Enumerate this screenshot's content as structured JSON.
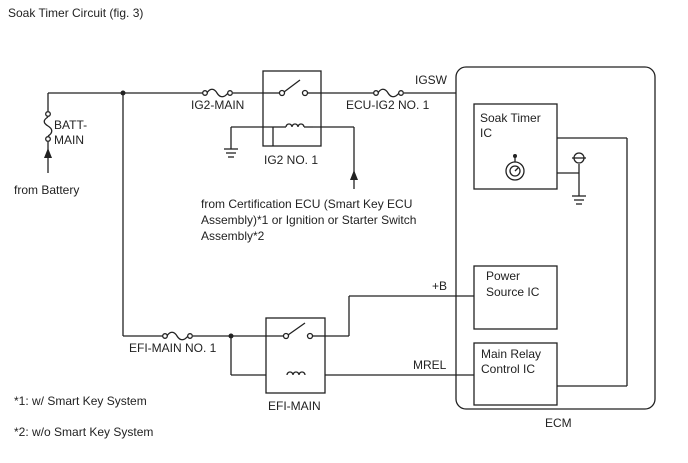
{
  "title": "Soak Timer Circuit (fig. 3)",
  "labels": {
    "batt_main_1": "BATT-",
    "batt_main_2": "MAIN",
    "from_battery": "from Battery",
    "ig2_main": "IG2-MAIN",
    "ig2_no1": "IG2 NO. 1",
    "ecu_ig2_no1": "ECU-IG2 NO. 1",
    "igsw": "IGSW",
    "from_cert_1": "from Certification ECU (Smart Key ECU",
    "from_cert_2": "Assembly)*1 or Ignition or Starter Switch",
    "from_cert_3": "Assembly*2",
    "efi_main_no1": "EFI-MAIN NO. 1",
    "efi_main": "EFI-MAIN",
    "plus_b": "+B",
    "mrel": "MREL",
    "soak_timer_1": "Soak Timer",
    "soak_timer_2": "IC",
    "power_source_1": "Power",
    "power_source_2": "Source IC",
    "main_relay_1": "Main Relay",
    "main_relay_2": "Control IC",
    "ecm": "ECM"
  },
  "footnotes": {
    "note1": "*1: w/ Smart Key System",
    "note2": "*2: w/o Smart Key System"
  }
}
